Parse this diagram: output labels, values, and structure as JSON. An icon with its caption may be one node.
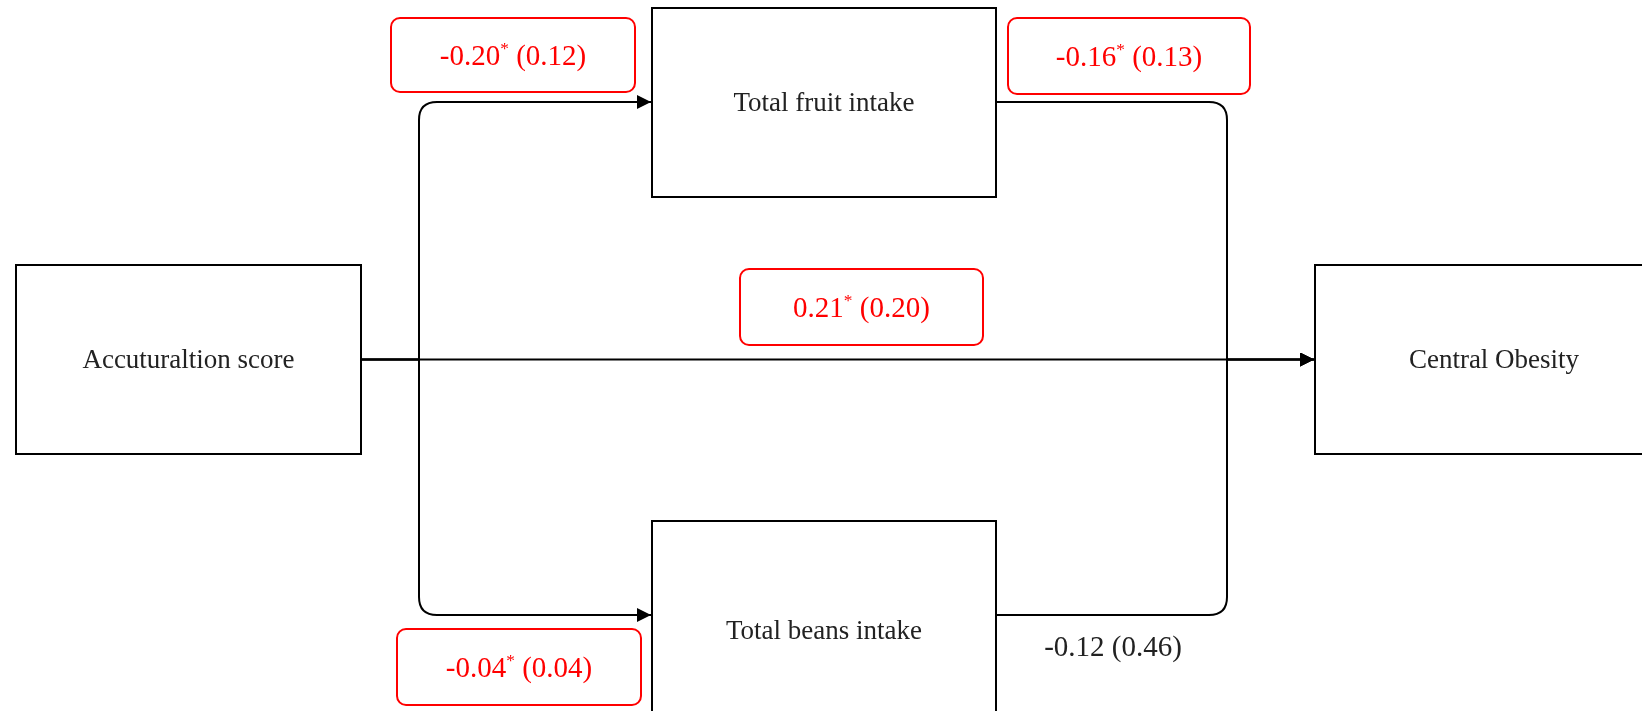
{
  "diagram": {
    "nodes": [
      {
        "text": [
          "Accuturaltion score"
        ]
      },
      {
        "text": [
          "Total fruit intake"
        ]
      },
      {
        "text": [
          "Total beans intake"
        ]
      },
      {
        "text": [
          "Central Obesity"
        ]
      }
    ],
    "edges": [
      {
        "from": 0,
        "to": 1,
        "arrow": "to",
        "label": "-0.20$^{*}$ (0.12)"
      },
      {
        "from": 0,
        "to": 2,
        "arrow": "to",
        "label": "-0.04$^{*}$ (0.04)"
      },
      {
        "from": 0,
        "to": 3,
        "arrow": "to",
        "label": "0.21$^{*}$ (0.20)"
      },
      {
        "from": 1,
        "to": 3,
        "arrow": "to",
        "label": "-0.16$^{*}$ (0.13)"
      },
      {
        "from": 2,
        "to": 3,
        "arrow": "to",
        "label": "-0.12 (0.46)"
      }
    ]
  }
}
